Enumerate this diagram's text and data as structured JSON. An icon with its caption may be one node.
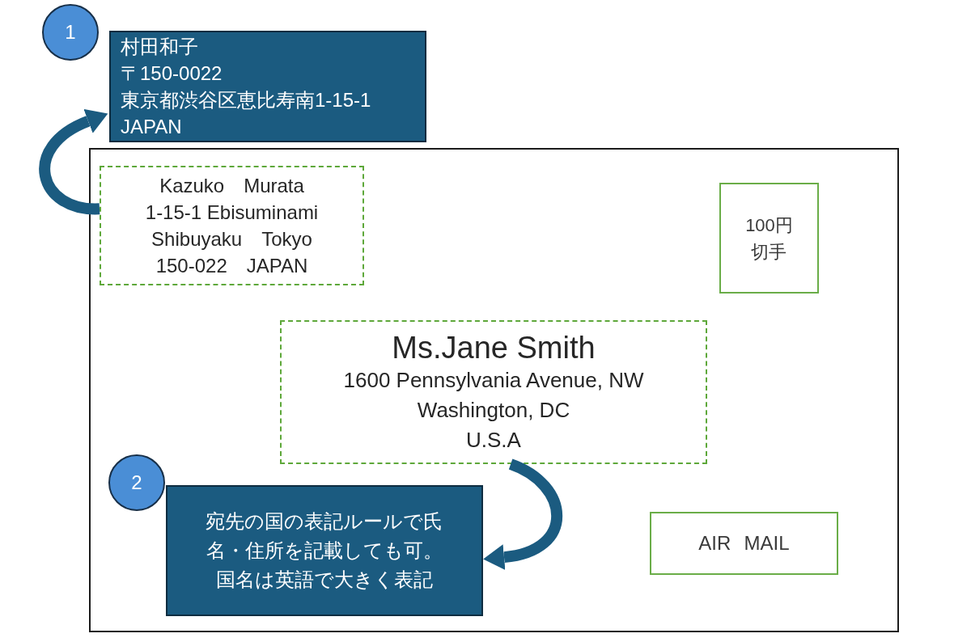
{
  "diagram": {
    "nodes": [
      {
        "text": [
          "1"
        ]
      },
      {
        "text": [
          "村田和子",
          "〒150-0022",
          "東京都渋谷区恵比寿南1-15-1",
          "JAPAN"
        ]
      },
      {
        "text": [],
        "shape": "box"
      },
      {
        "text": [
          "Kazuko　Murata",
          "1-15-1 Ebisuminami",
          "Shibuyaku　Tokyo",
          "150-022　JAPAN"
        ],
        "in": 2
      },
      {
        "text": [
          "100円切手"
        ],
        "in": 2
      },
      {
        "text": [
          "Ms.Jane Smith",
          "1600 Pennsylvania Avenue, NW",
          "Washington, DC",
          "U.S.A"
        ],
        "in": 2
      },
      {
        "text": [
          "2"
        ],
        "in": 2
      },
      {
        "text": [
          "宛先の国の表記ルールで氏名・住所を記載しても可。国名は英語で大きく表記"
        ],
        "in": 2
      },
      {
        "text": [
          "AIR MAIL"
        ],
        "in": 2
      }
    ],
    "edges": [
      {
        "from": 3,
        "to": 1,
        "arrow": "to"
      },
      {
        "from": 5,
        "to": 7,
        "arrow": "to"
      }
    ]
  }
}
